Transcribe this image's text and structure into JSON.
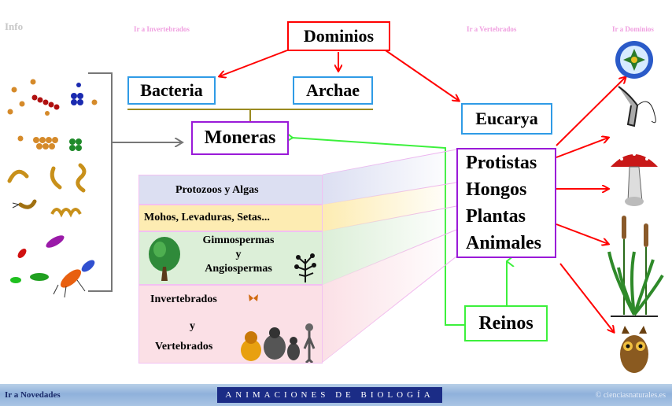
{
  "header": {
    "info": "Info",
    "link_invertebrados": "Ir a Invertebrados",
    "link_vertebrados": "Ir a Vertebrados",
    "link_dominios": "Ir a Dominios"
  },
  "nodes": {
    "dominios": "Dominios",
    "bacteria": "Bacteria",
    "archae": "Archae",
    "eucarya": "Eucarya",
    "moneras": "Moneras",
    "reinos": "Reinos",
    "kingdoms": [
      "Protistas",
      "Hongos",
      "Plantas",
      "Animales"
    ]
  },
  "bands": {
    "protozoos": "Protozoos y Algas",
    "mohos": "Mohos, Levaduras, Setas...",
    "plants": [
      "Gimnospermas",
      "y",
      "Angiospermas"
    ],
    "animals": [
      "Invertebrados",
      "y",
      "Vertebrados"
    ]
  },
  "footer": {
    "news": "Ir a Novedades",
    "title": "ANIMACIONES DE BIOLOGÍA",
    "copyright": "© cienciasnaturales.es"
  },
  "colors": {
    "red": "#ff0000",
    "blue_border": "#2f9be6",
    "purple_border": "#9a1ad8",
    "green": "#3cf03c",
    "gray": "#777777"
  }
}
